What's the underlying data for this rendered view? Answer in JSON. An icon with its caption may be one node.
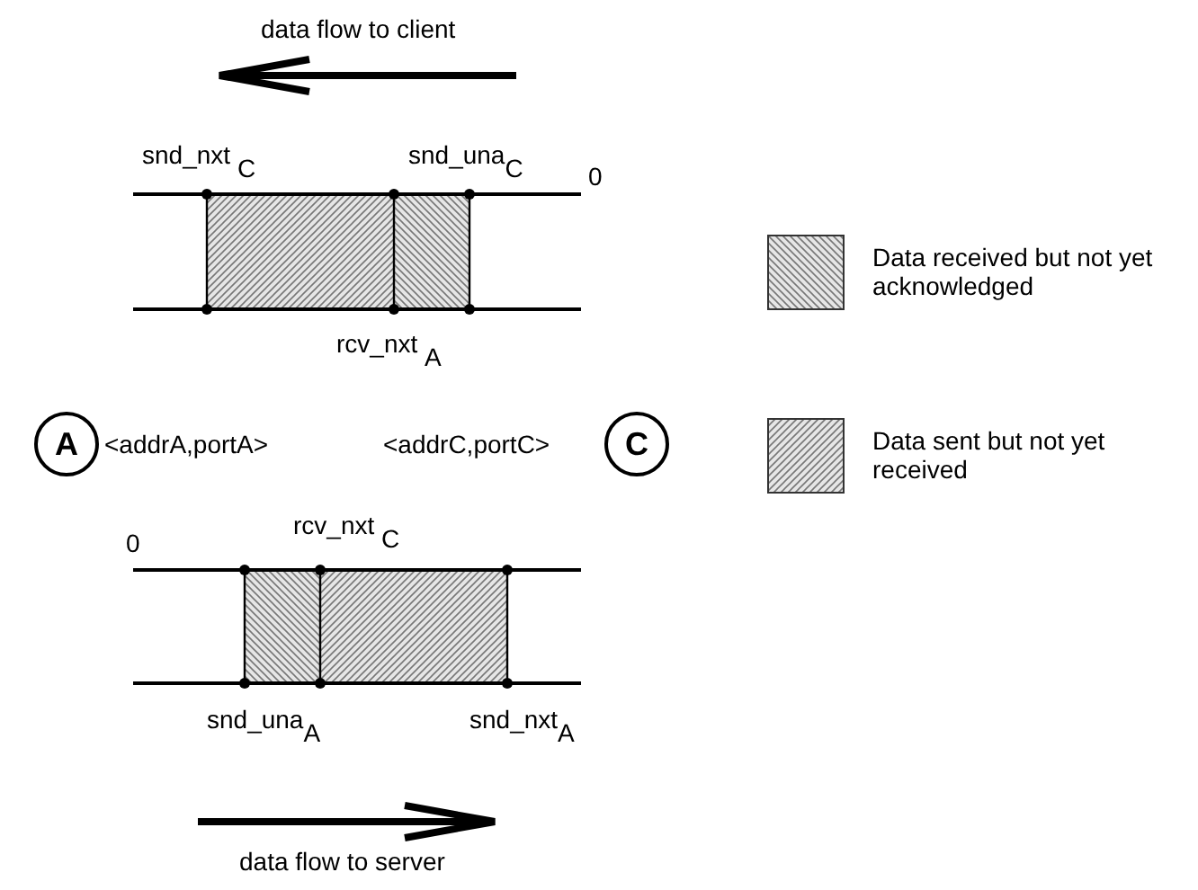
{
  "diagram": {
    "nodes": [
      {
        "text": [
          "A"
        ],
        "beside": [
          "<addrA,portA>"
        ]
      },
      {
        "text": [
          "C"
        ],
        "beside": [
          "<addrC,portC>"
        ]
      }
    ],
    "labels": [
      "data flow to client",
      "snd_nxt $_{C}$",
      "snd_una$_{C}$",
      "0",
      "rcv_nxt $_{A}$",
      "rcv_nxt $_{C}$",
      "0",
      "snd_una$_{A}$",
      "snd_nxt$_{A}$",
      "data flow to server"
    ],
    "legend": [
      {
        "text": "Data received but not yet acknowledged"
      },
      {
        "text": "Data sent but not yet received"
      }
    ]
  }
}
